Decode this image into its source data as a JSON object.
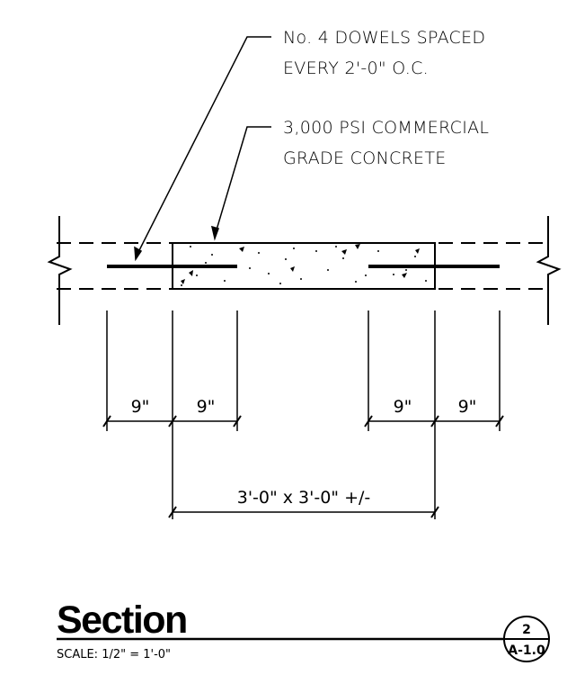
{
  "notes": {
    "dowels_line1": "No. 4 DOWELS SPACED",
    "dowels_line2": "EVERY 2'-0\" O.C.",
    "concrete_line1": "3,000 PSI COMMERCIAL",
    "concrete_line2": "GRADE CONCRETE"
  },
  "dimensions": {
    "left_outer": "9\"",
    "left_inner": "9\"",
    "right_inner": "9\"",
    "right_outer": "9\"",
    "overall": "3'-0\" x 3'-0\" +/-"
  },
  "title_block": {
    "title": "Section",
    "scale": "SCALE:  1/2\" = 1'-0\"",
    "detail_number": "2",
    "sheet_number": "A-1.0"
  }
}
